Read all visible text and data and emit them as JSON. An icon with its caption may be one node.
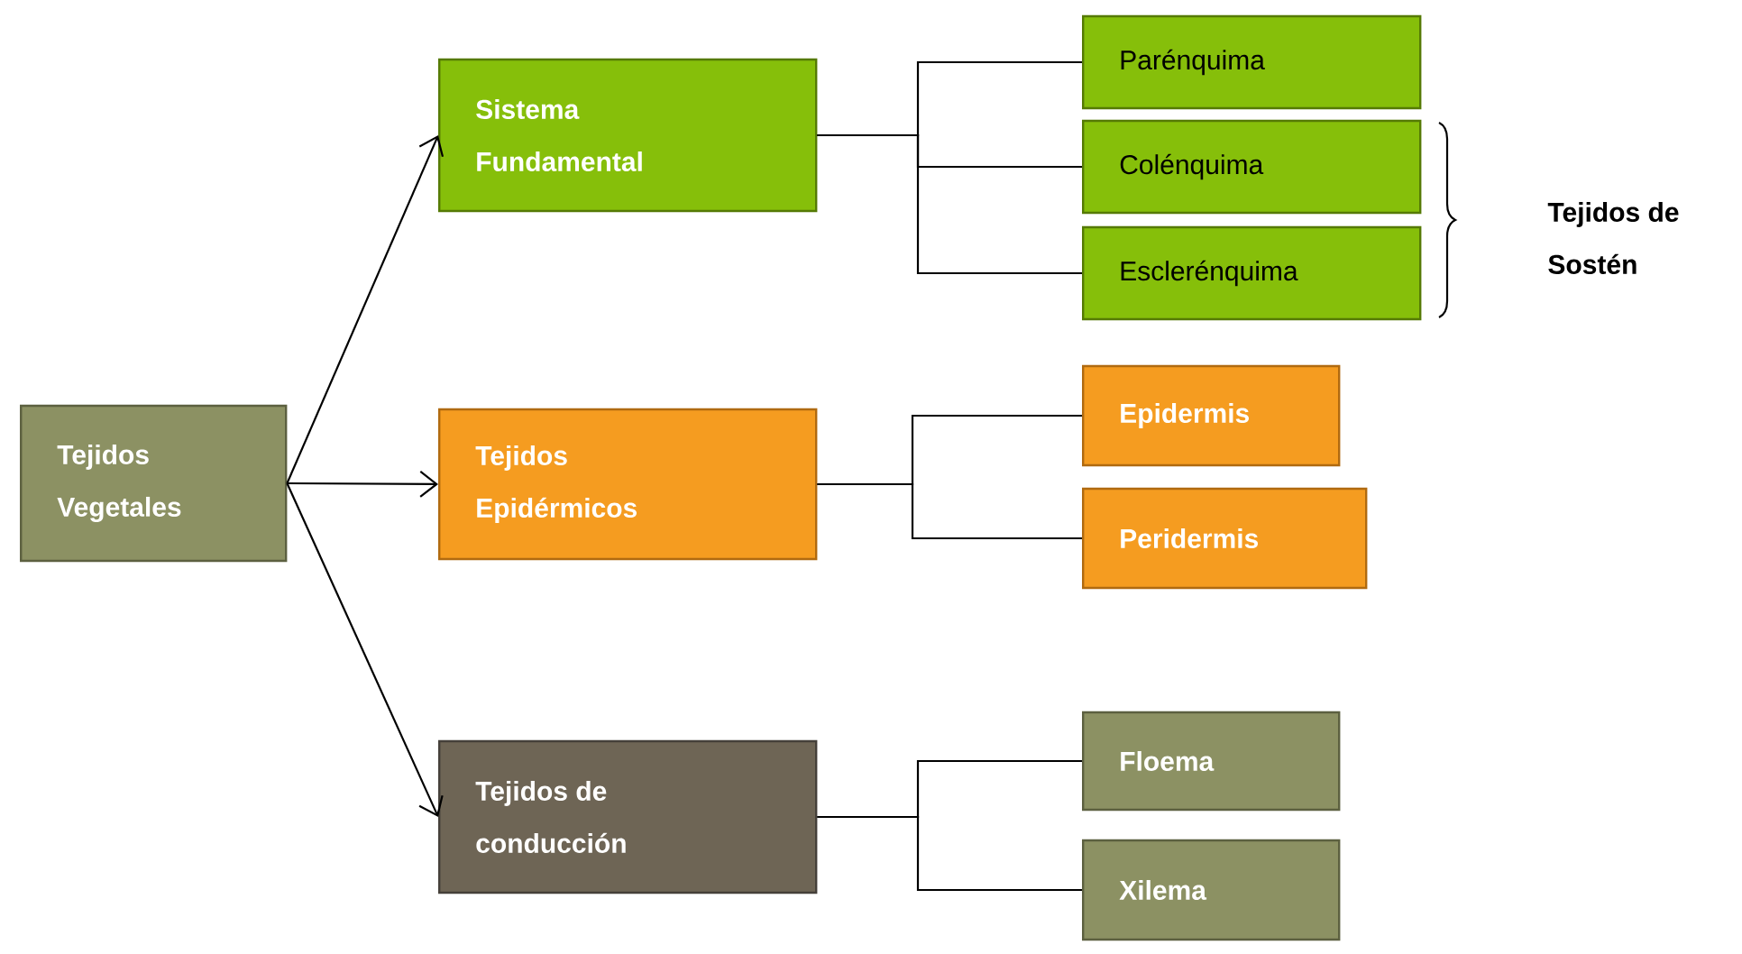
{
  "diagram": {
    "nodes": [
      {
        "text": [
          "Tejidos Vegetales"
        ]
      },
      {
        "text": [
          "Sistema Fundamental"
        ]
      },
      {
        "text": [
          "Tejidos Epidérmicos"
        ]
      },
      {
        "text": [
          "Tejidos de conducción"
        ]
      },
      {
        "text": [
          "Parénquima"
        ]
      },
      {
        "text": [
          "Colénquima"
        ]
      },
      {
        "text": [
          "Esclerénquima"
        ]
      },
      {
        "text": [
          "Epidermis"
        ]
      },
      {
        "text": [
          "Peridermis"
        ]
      },
      {
        "text": [
          "Floema"
        ]
      },
      {
        "text": [
          "Xilema"
        ]
      }
    ],
    "edges": [
      {
        "from": 0,
        "to": 1,
        "arrow": "to"
      },
      {
        "from": 0,
        "to": 2,
        "arrow": "to"
      },
      {
        "from": 0,
        "to": 3,
        "arrow": "to"
      },
      {
        "from": 1,
        "to": 4,
        "arrow": "none"
      },
      {
        "from": 1,
        "to": 5,
        "arrow": "none"
      },
      {
        "from": 1,
        "to": 6,
        "arrow": "none"
      },
      {
        "from": 2,
        "to": 7,
        "arrow": "none"
      },
      {
        "from": 2,
        "to": 8,
        "arrow": "none"
      },
      {
        "from": 3,
        "to": 9,
        "arrow": "none"
      },
      {
        "from": 3,
        "to": 10,
        "arrow": "none"
      }
    ],
    "labels": [
      "Tejidos de Sostén"
    ]
  }
}
